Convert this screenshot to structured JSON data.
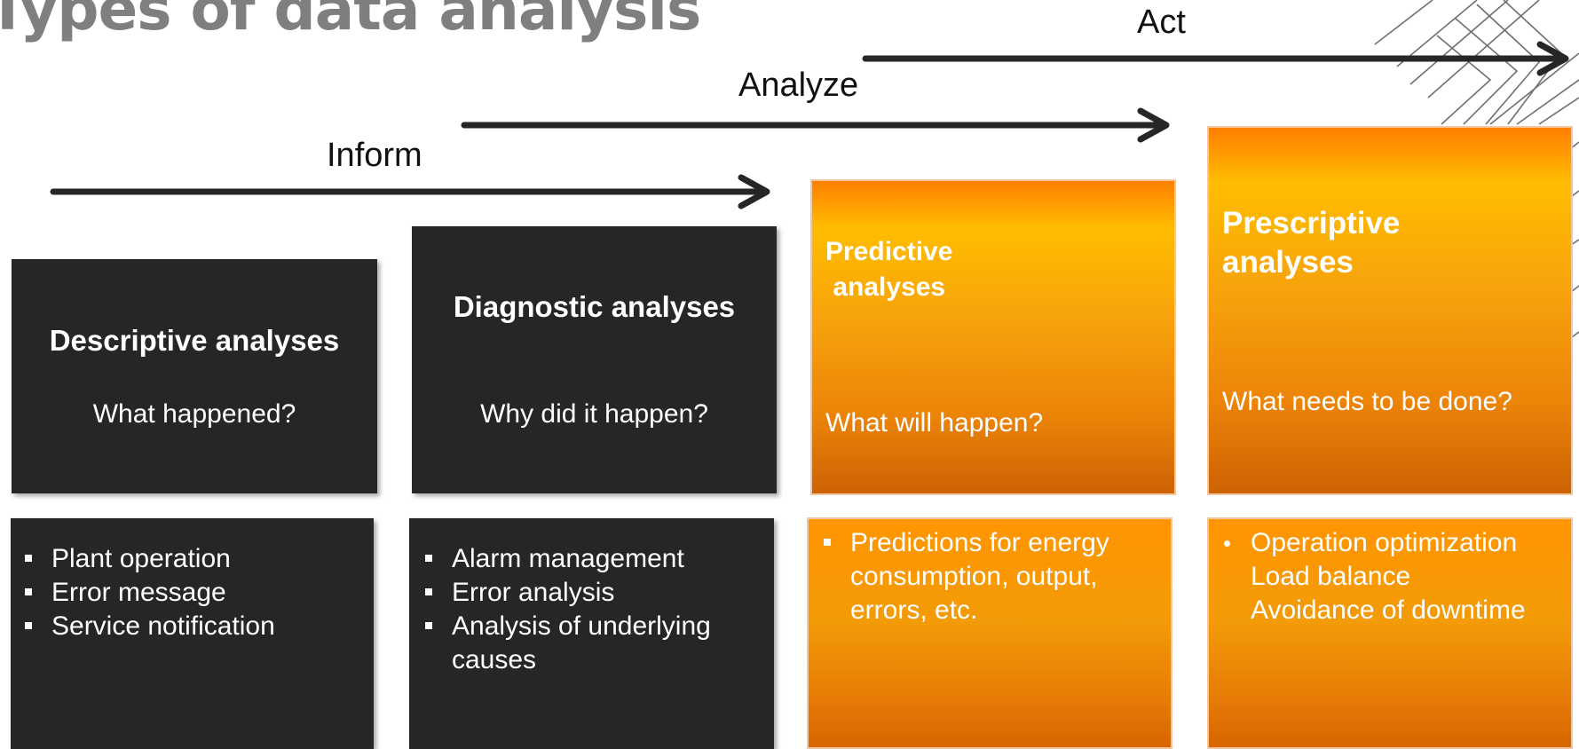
{
  "slide": {
    "title": "Types of data analysis"
  },
  "arrows": {
    "act": "Act",
    "analyze": "Analyze",
    "inform": "Inform"
  },
  "cards": [
    {
      "heading": "Descriptive analyses",
      "question": "What happened?",
      "items": [
        "Plant operation",
        "Error message",
        "Service notification"
      ]
    },
    {
      "heading": "Diagnostic analyses",
      "question": "Why did it happen?",
      "items": [
        "Alarm management",
        "Error analysis",
        "Analysis of underlying",
        "causes"
      ]
    },
    {
      "heading_line1": "Predictive",
      "heading_line2": " analyses",
      "question": "What will happen?",
      "items": [
        "Predictions for energy",
        "consumption, output,",
        "errors, etc."
      ]
    },
    {
      "heading_line1": "Prescriptive",
      "heading_line2": "analyses",
      "question": "What needs to be done?",
      "items": [
        "Operation optimization",
        "Load balance",
        "Avoidance of downtime"
      ]
    }
  ],
  "colors": {
    "dark_card": "#262626",
    "orange_top": "#ffbd00",
    "orange_bottom": "#cc6204",
    "title_gray": "#7f7f7f",
    "arrow": "#262626"
  }
}
